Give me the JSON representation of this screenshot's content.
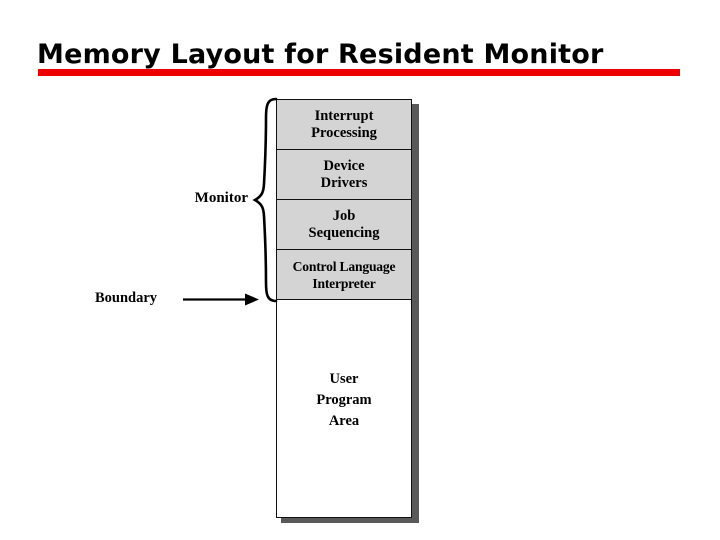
{
  "slide": {
    "title": "Memory Layout for Resident Monitor",
    "accent_color": "#ee0000",
    "block_fill_color": "#d4d4d4",
    "block_border_color": "#111111",
    "shadow_color": "#595959",
    "background_color": "#ffffff"
  },
  "diagram": {
    "monitor_label": "Monitor",
    "boundary_label": "Boundary",
    "monitor_blocks": [
      {
        "label": "Interrupt\nProcessing",
        "line1": "Interrupt",
        "line2": "Processing"
      },
      {
        "label": "Device\nDrivers",
        "line1": "Device",
        "line2": "Drivers"
      },
      {
        "label": "Job\nSequencing",
        "line1": "Job",
        "line2": "Sequencing"
      },
      {
        "label": "Control Language\nInterpreter",
        "line1": "Control Language",
        "line2": "Interpreter"
      }
    ],
    "user_block": {
      "line1": "User",
      "line2": "Program",
      "line3": "Area"
    }
  }
}
